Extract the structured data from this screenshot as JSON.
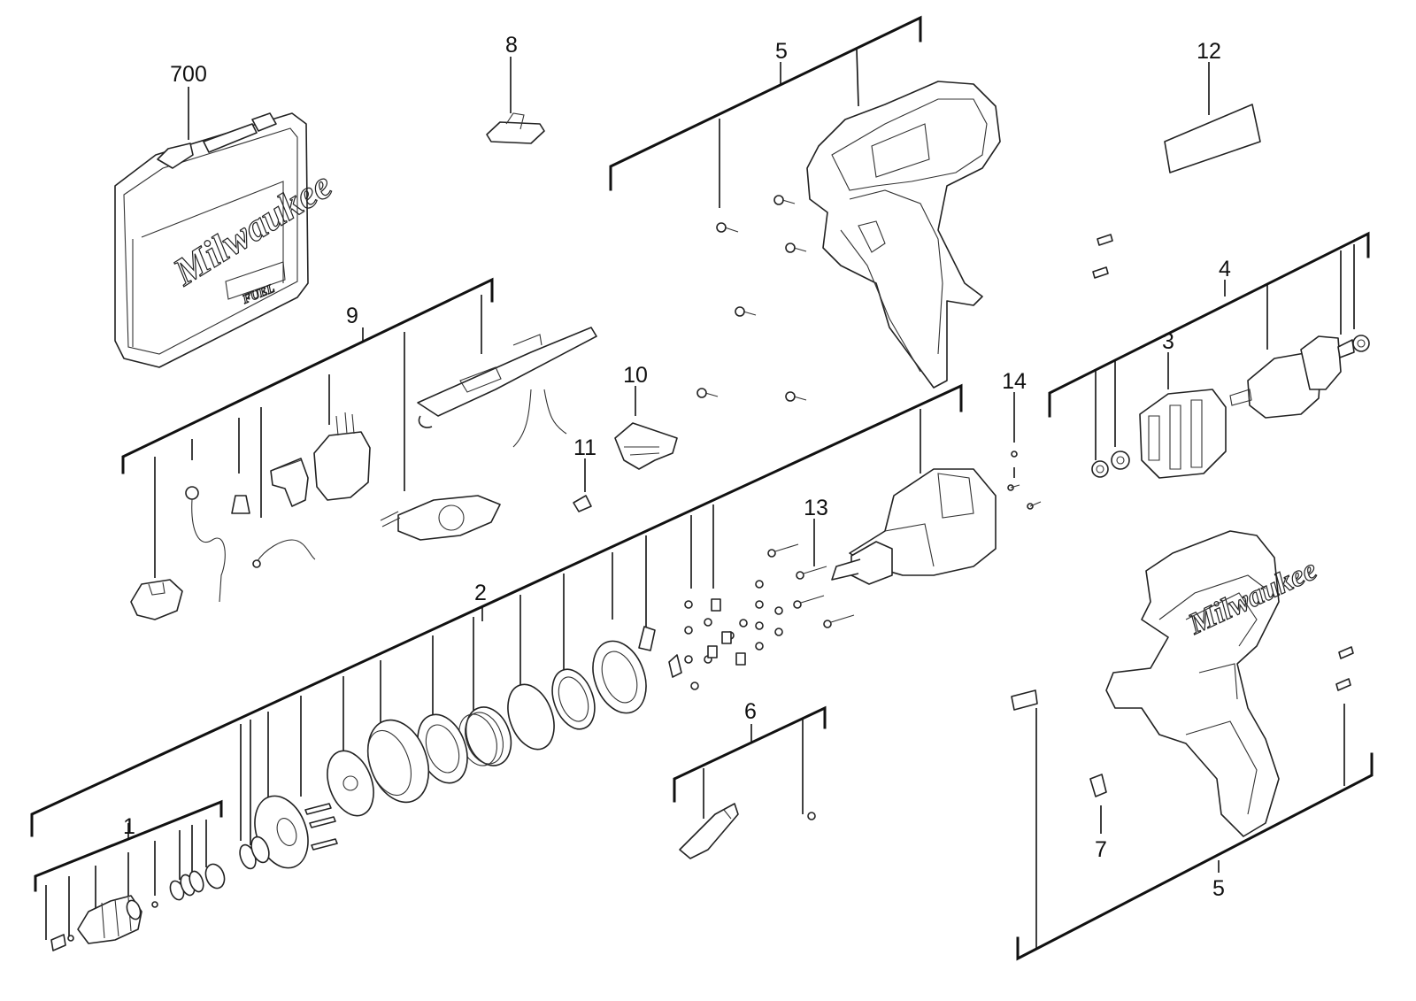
{
  "callouts": {
    "case": "700",
    "clip": "8",
    "housing_top": "5",
    "label_sticker": "12",
    "electronics": "9",
    "motor_assembly": "4",
    "stator": "3",
    "bracket": "10",
    "spring_clip": "11",
    "screw_small": "14",
    "gear_screws": "13",
    "transmission": "2",
    "belt_clip": "6",
    "nose": "1",
    "housing_bottom": "5",
    "latch": "7"
  },
  "branding": {
    "case_logo": "Milwaukee",
    "case_badge": "FUEL",
    "housing_logo": "Milwaukee"
  }
}
